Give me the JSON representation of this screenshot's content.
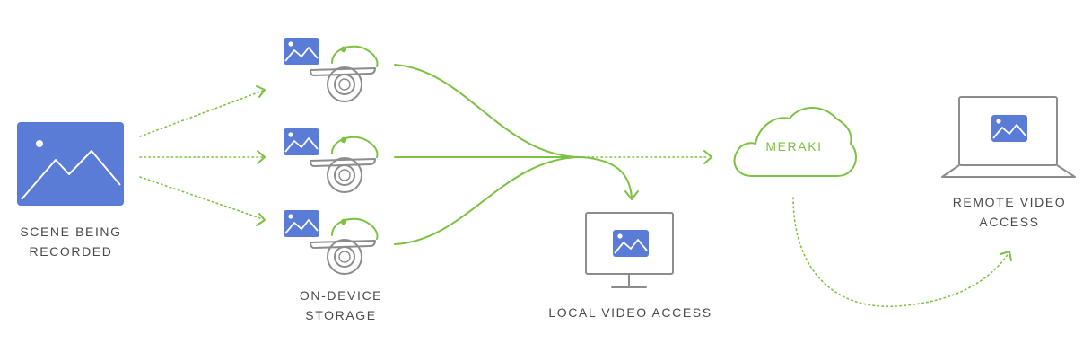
{
  "colors": {
    "accent_green": "#7dc142",
    "image_blue": "#5a7bd6",
    "device_gray": "#8c8c8c",
    "text_gray": "#4a4a4a"
  },
  "labels": {
    "scene_line1": "SCENE BEING",
    "scene_line2": "RECORDED",
    "storage_line1": "ON-DEVICE",
    "storage_line2": "STORAGE",
    "local_access": "LOCAL VIDEO ACCESS",
    "cloud": "MERAKI",
    "remote_line1": "REMOTE VIDEO",
    "remote_line2": "ACCESS"
  },
  "icons": [
    "image-icon",
    "camera-icon",
    "monitor-icon",
    "cloud-icon",
    "laptop-icon",
    "arrow-icon"
  ]
}
